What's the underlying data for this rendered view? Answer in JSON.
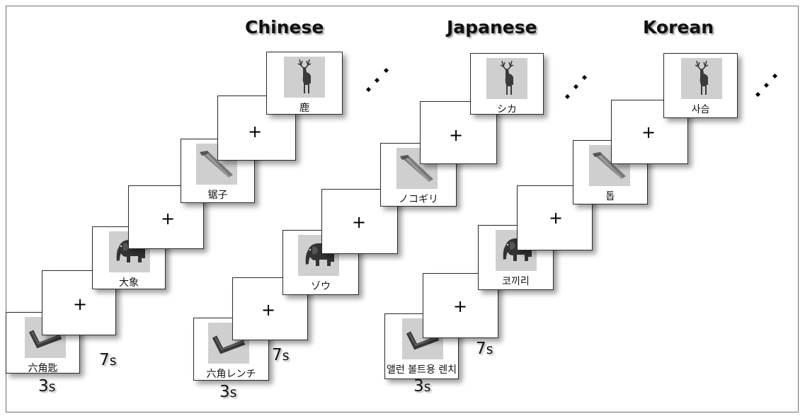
{
  "languages": [
    {
      "name": "Chinese",
      "words": [
        "六角匙",
        "大象",
        "锯子",
        "鹿"
      ],
      "durations": [
        "3",
        "7"
      ]
    },
    {
      "name": "Japanese",
      "words": [
        "六角レンチ",
        "ゾウ",
        "ノコギリ",
        "シカ"
      ],
      "durations": [
        "3",
        "7"
      ]
    },
    {
      "name": "Korean",
      "words": [
        "앨런 볼트용 렌치",
        "코끼리",
        "톱",
        "사슴"
      ],
      "durations": [
        "3",
        "7"
      ]
    }
  ],
  "fixation_symbol": "+",
  "time_unit": "s",
  "pictures": [
    "hex-key",
    "elephant",
    "saw",
    "deer"
  ],
  "colors": {
    "picture_background": "#cfcfcf",
    "card_border": "#2a2a2a",
    "text": "#111111"
  }
}
